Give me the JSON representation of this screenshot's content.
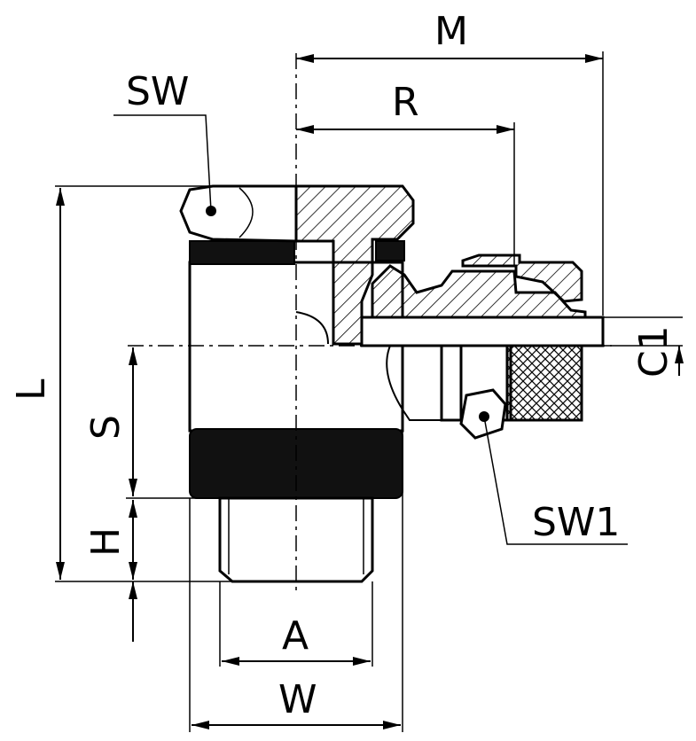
{
  "labels": {
    "M": "M",
    "R": "R",
    "SW": "SW",
    "SW1": "SW1",
    "L": "L",
    "S": "S",
    "H": "H",
    "C1": "C1",
    "A": "A",
    "W": "W"
  }
}
